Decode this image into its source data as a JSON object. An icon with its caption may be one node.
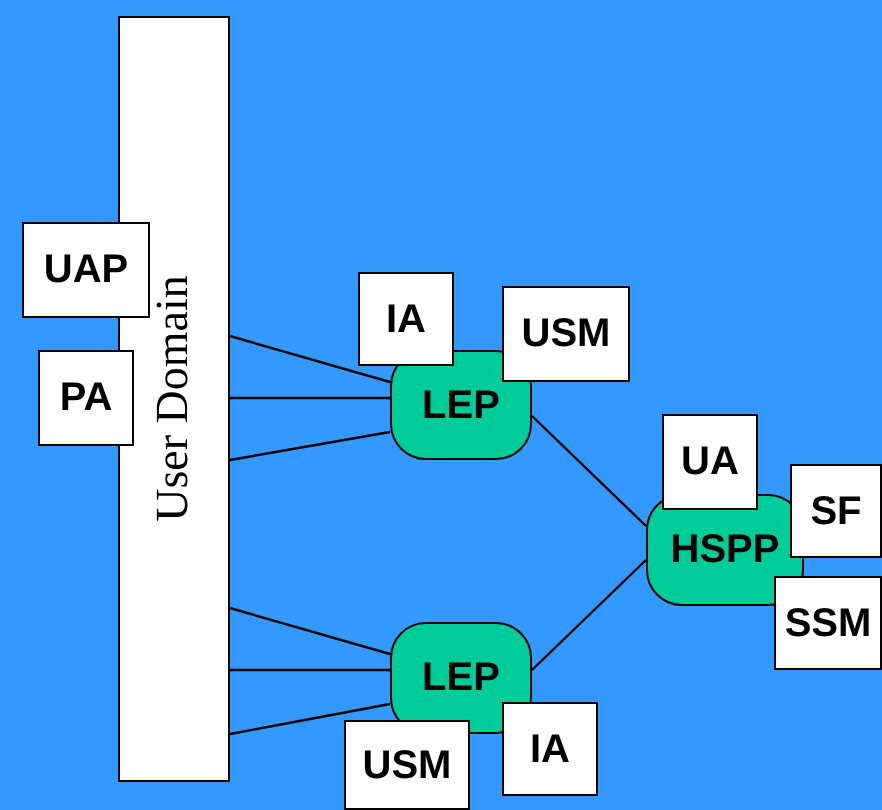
{
  "diagram": {
    "nodes": [
      {
        "text": [
          "User Domain"
        ]
      },
      {
        "text": [
          "UAP"
        ]
      },
      {
        "text": [
          "PA"
        ]
      },
      {
        "text": [
          "IA"
        ]
      },
      {
        "text": [
          "USM"
        ]
      },
      {
        "text": [
          "LEP"
        ]
      },
      {
        "text": [
          "UA"
        ]
      },
      {
        "text": [
          "SF"
        ]
      },
      {
        "text": [
          "HSPP"
        ]
      },
      {
        "text": [
          "SSM"
        ]
      },
      {
        "text": [
          "LEP"
        ]
      },
      {
        "text": [
          "USM"
        ]
      },
      {
        "text": [
          "IA"
        ]
      }
    ],
    "edges": [
      {
        "from": 0,
        "to": 5,
        "arrow": "none"
      },
      {
        "from": 0,
        "to": 5,
        "arrow": "none"
      },
      {
        "from": 0,
        "to": 5,
        "arrow": "none"
      },
      {
        "from": 0,
        "to": 10,
        "arrow": "none"
      },
      {
        "from": 0,
        "to": 10,
        "arrow": "none"
      },
      {
        "from": 0,
        "to": 10,
        "arrow": "none"
      },
      {
        "from": 5,
        "to": 8,
        "arrow": "none"
      },
      {
        "from": 10,
        "to": 8,
        "arrow": "none"
      }
    ]
  }
}
